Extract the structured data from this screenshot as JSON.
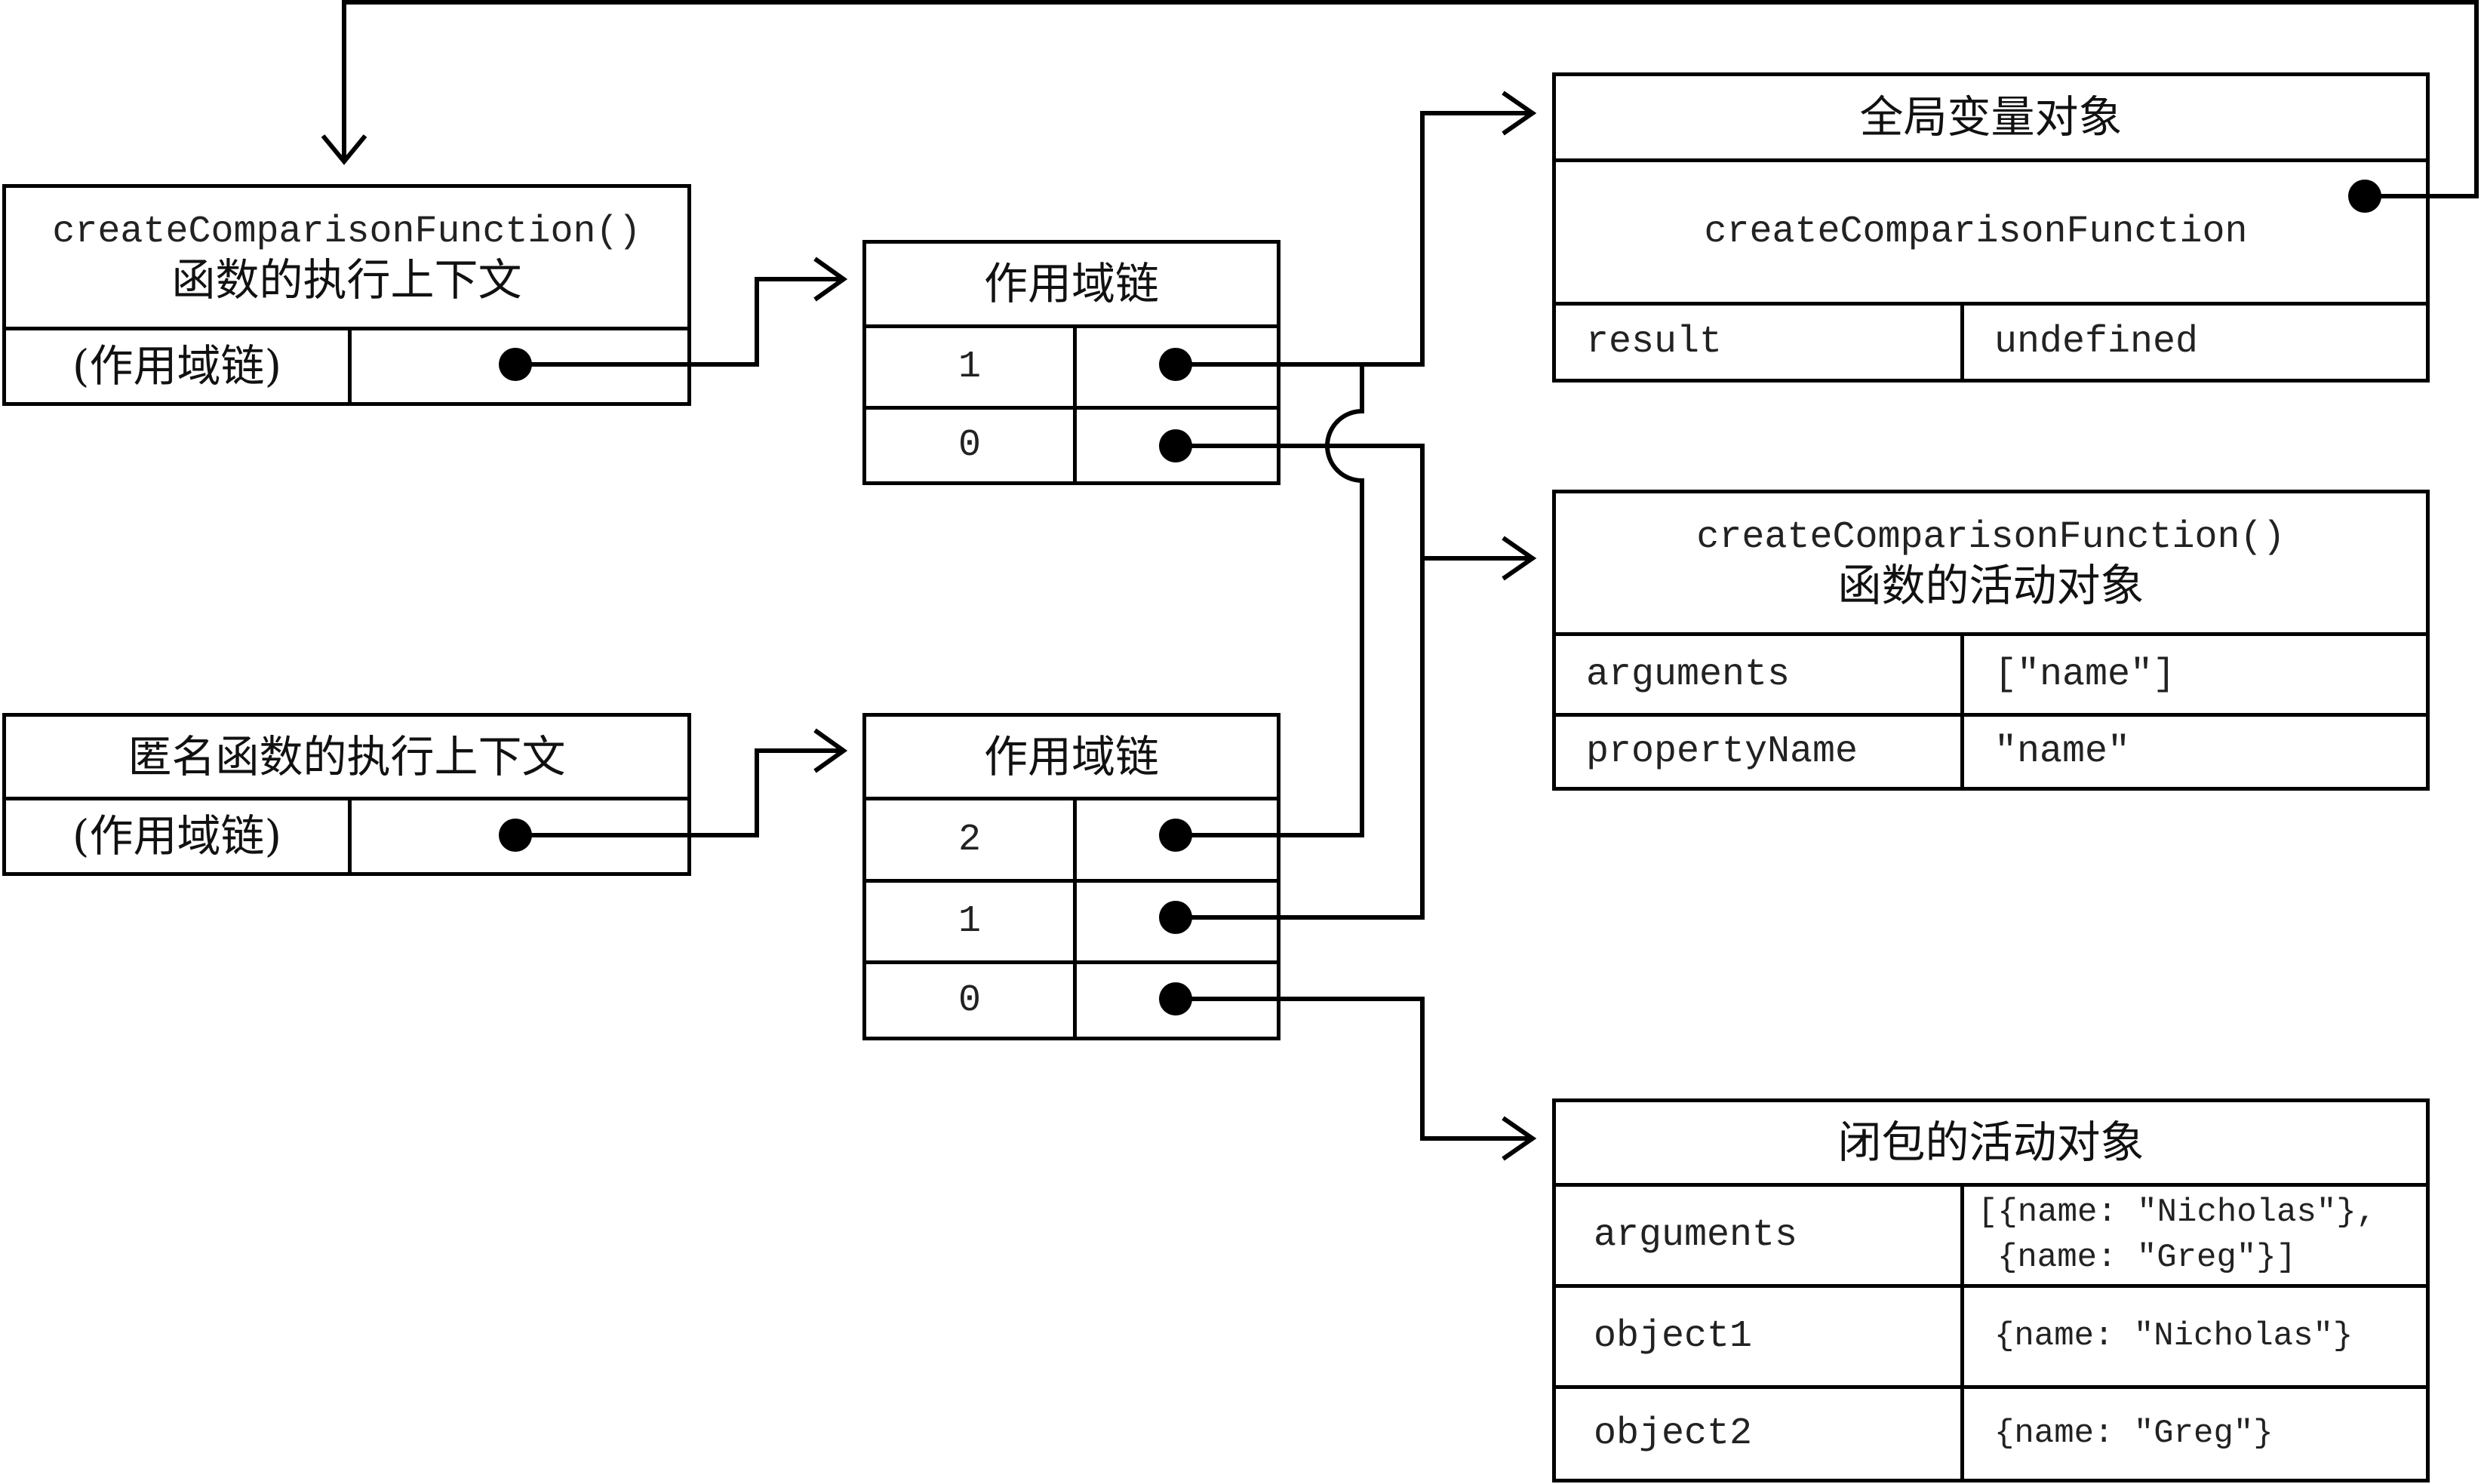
{
  "ctx_create": {
    "title_code": "createComparisonFunction()",
    "title_cn": "函数的执行上下文",
    "label": "(作用域链)"
  },
  "ctx_anon": {
    "title_cn": "匿名函数的执行上下文",
    "label": "(作用域链)"
  },
  "scope_chain_1": {
    "title": "作用域链",
    "rows": [
      "1",
      "0"
    ]
  },
  "scope_chain_2": {
    "title": "作用域链",
    "rows": [
      "2",
      "1",
      "0"
    ]
  },
  "global_obj": {
    "title": "全局变量对象",
    "func_name": "createComparisonFunction",
    "rows": [
      {
        "key": "result",
        "value": "undefined"
      }
    ]
  },
  "create_activation": {
    "title_code": "createComparisonFunction()",
    "title_cn": "函数的活动对象",
    "rows": [
      {
        "key": "arguments",
        "value": "[\"name\"]"
      },
      {
        "key": "propertyName",
        "value": "\"name\""
      }
    ]
  },
  "closure_activation": {
    "title": "闭包的活动对象",
    "rows": [
      {
        "key": "arguments",
        "value_line1": "[{name: \"Nicholas\"},",
        "value_line2": "{name: \"Greg\"}]"
      },
      {
        "key": "object1",
        "value": "{name: \"Nicholas\"}"
      },
      {
        "key": "object2",
        "value": "{name: \"Greg\"}"
      }
    ]
  }
}
